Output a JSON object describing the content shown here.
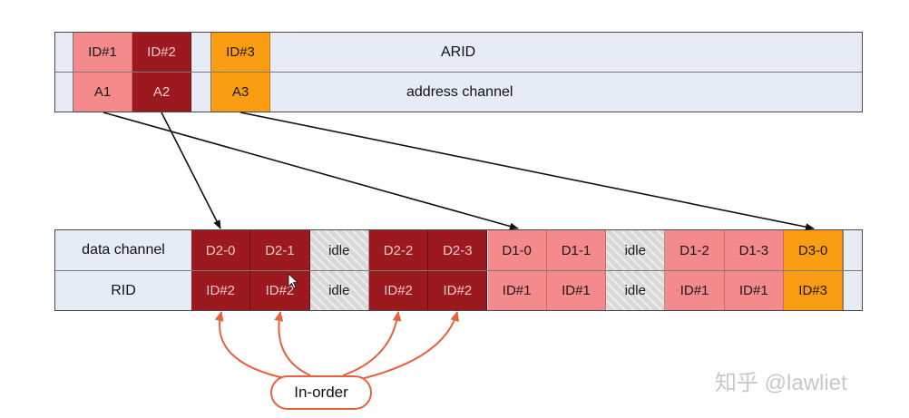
{
  "top": {
    "row1_label": "ARID",
    "row2_label": "address channel",
    "ids": [
      "ID#1",
      "ID#2",
      "ID#3"
    ],
    "addresses": [
      "A1",
      "A2",
      "A3"
    ]
  },
  "bottom": {
    "row1_label": "data channel",
    "row2_label": "RID",
    "cells": [
      {
        "data": "D2-0",
        "rid": "ID#2",
        "kind": "red"
      },
      {
        "data": "D2-1",
        "rid": "ID#2",
        "kind": "red"
      },
      {
        "data": "idle",
        "rid": "idle",
        "kind": "idle"
      },
      {
        "data": "D2-2",
        "rid": "ID#2",
        "kind": "red"
      },
      {
        "data": "D2-3",
        "rid": "ID#2",
        "kind": "red"
      },
      {
        "data": "D1-0",
        "rid": "ID#1",
        "kind": "pink"
      },
      {
        "data": "D1-1",
        "rid": "ID#1",
        "kind": "pink"
      },
      {
        "data": "idle",
        "rid": "idle",
        "kind": "idle"
      },
      {
        "data": "D1-2",
        "rid": "ID#1",
        "kind": "pink"
      },
      {
        "data": "D1-3",
        "rid": "ID#1",
        "kind": "pink"
      },
      {
        "data": "D3-0",
        "rid": "ID#3",
        "kind": "orange"
      }
    ]
  },
  "annotation": {
    "label": "In-order"
  },
  "watermark": "知乎 @lawliet",
  "colors": {
    "red": "#9c1a1f",
    "pink": "#f48a8c",
    "orange": "#fb9d12",
    "band": "#e6ebf5",
    "arrow": "#111111",
    "annotation": "#e8603c"
  }
}
